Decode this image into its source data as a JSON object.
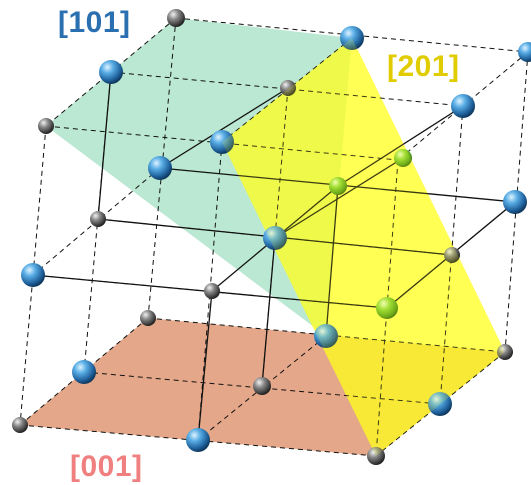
{
  "labels": {
    "plane_101": "[101]",
    "plane_201": "[201]",
    "plane_001": "[001]"
  },
  "colors": {
    "plane_101_fill": "#8ed9b4",
    "plane_201_fill": "#ffff1e",
    "plane_001_fill": "#d9855c",
    "label_101": "#2a6fb0",
    "label_201": "#e0cc00",
    "label_001": "#f08080",
    "blue_atom": "#3a86c8",
    "gray_atom": "#6b6b6b",
    "green_atom": "#7bd030",
    "edge_line": "#111111"
  }
}
